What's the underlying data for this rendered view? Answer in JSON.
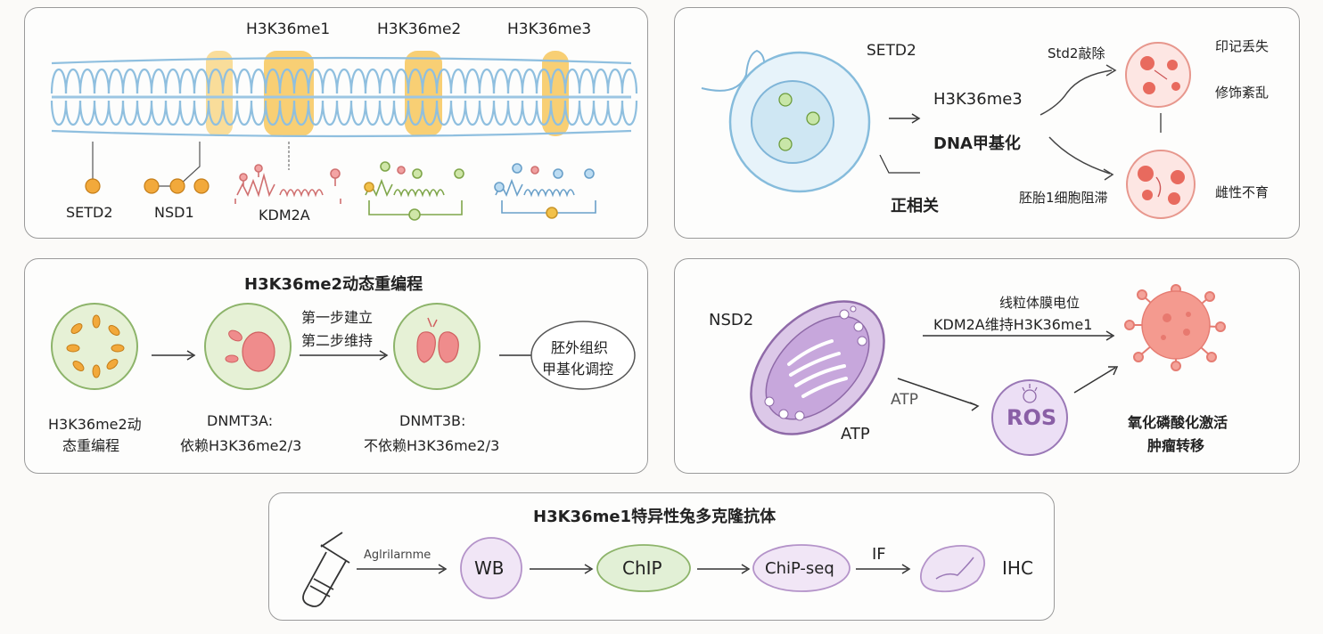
{
  "panel_chromatin": {
    "marks": [
      "H3K36me1",
      "H3K36me2",
      "H3K36me3"
    ],
    "enzymes": {
      "setd2": "SETD2",
      "nsd1": "NSD1",
      "kdm2a": "KDM2A"
    }
  },
  "panel_setd2": {
    "setd2": "SETD2",
    "h3k36me3": "H3K36me3",
    "dna_methylation": "DNA甲基化",
    "positive_correlation": "正相关",
    "std2_knockout": "Std2敲除",
    "imprint_loss": "印记丢失",
    "modification_disorder": "修饰紊乱",
    "embryo_arrest": "胚胎1细胞阻滞",
    "female_infertility": "雌性不育"
  },
  "panel_reprogramming": {
    "title": "H3K36me2动态重编程",
    "step1": "第一步建立",
    "step2": "第二步维持",
    "cell1_caption": [
      "H3K36me2动",
      "态重编程"
    ],
    "cell2_caption": [
      "DNMT3A:",
      "依赖H3K36me2/3"
    ],
    "cell3_caption": [
      "DNMT3B:",
      "不依赖H3K36me2/3"
    ],
    "outcome": [
      "胚外组织",
      "甲基化调控"
    ]
  },
  "panel_mito": {
    "nsd2": "NSD2",
    "membrane_potential": "线粒体膜电位",
    "kdm2a_maintains": "KDM2A维持H3K36me1",
    "atp_arrow": "ATP",
    "atp_label": "ATP",
    "ros": "ROS",
    "outcome": [
      "氧化磷酸化激活",
      "肿瘤转移"
    ]
  },
  "panel_antibody": {
    "title": "H3K36me1特异性兔多克隆抗体",
    "arrow_label": "Aglrilarnme",
    "wb": "WB",
    "chip": "ChIP",
    "chipseq": "ChiP-seq",
    "if": "IF",
    "ihc": "IHC"
  },
  "colors": {
    "orange": "#f2a93b",
    "blue_chromatin": "#9cc6e3",
    "green_cell": "#e6f1d6",
    "pink_kidney": "#ef8c8c",
    "purple": "#b493c9",
    "red_cell": "#f07a70"
  }
}
